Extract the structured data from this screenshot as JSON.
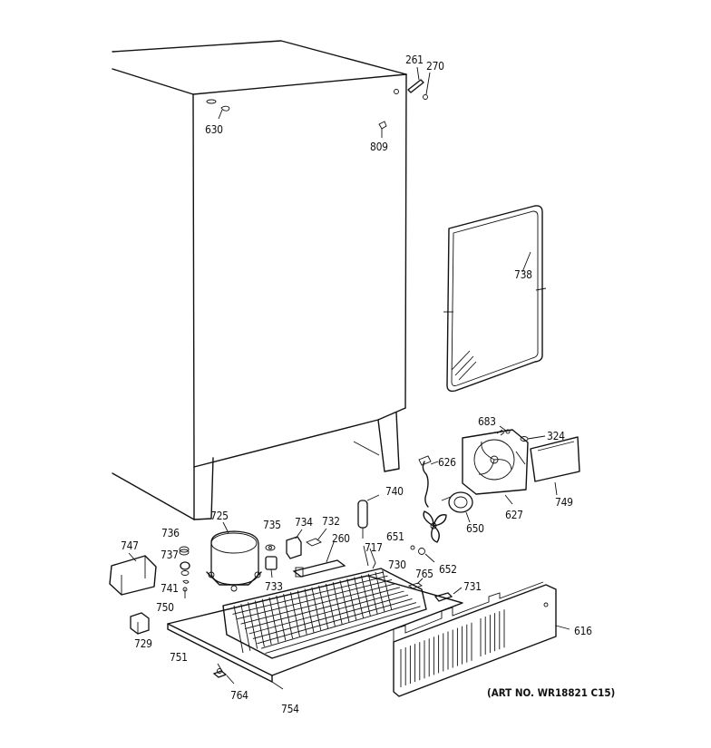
{
  "parts": [
    {
      "id": "p261",
      "label": "261"
    },
    {
      "id": "p270",
      "label": "270"
    },
    {
      "id": "p630",
      "label": "630"
    },
    {
      "id": "p809",
      "label": "809"
    },
    {
      "id": "p738",
      "label": "738"
    },
    {
      "id": "p683",
      "label": "683"
    },
    {
      "id": "p324",
      "label": "324"
    },
    {
      "id": "p626",
      "label": "626"
    },
    {
      "id": "p749",
      "label": "749"
    },
    {
      "id": "p627",
      "label": "627"
    },
    {
      "id": "p650",
      "label": "650"
    },
    {
      "id": "p740",
      "label": "740"
    },
    {
      "id": "p725",
      "label": "725"
    },
    {
      "id": "p736",
      "label": "736"
    },
    {
      "id": "p735",
      "label": "735"
    },
    {
      "id": "p734",
      "label": "734"
    },
    {
      "id": "p732",
      "label": "732"
    },
    {
      "id": "p747",
      "label": "747"
    },
    {
      "id": "p737",
      "label": "737"
    },
    {
      "id": "p260",
      "label": "260"
    },
    {
      "id": "p651",
      "label": "651"
    },
    {
      "id": "p717",
      "label": "717"
    },
    {
      "id": "p652",
      "label": "652"
    },
    {
      "id": "p730",
      "label": "730"
    },
    {
      "id": "p741",
      "label": "741"
    },
    {
      "id": "p733",
      "label": "733"
    },
    {
      "id": "p765",
      "label": "765"
    },
    {
      "id": "p731",
      "label": "731"
    },
    {
      "id": "p750",
      "label": "750"
    },
    {
      "id": "p616",
      "label": "616"
    },
    {
      "id": "p729",
      "label": "729"
    },
    {
      "id": "p751",
      "label": "751"
    },
    {
      "id": "p764",
      "label": "764"
    },
    {
      "id": "p754",
      "label": "754"
    }
  ],
  "art_number": "(ART NO. WR18821 C15)"
}
